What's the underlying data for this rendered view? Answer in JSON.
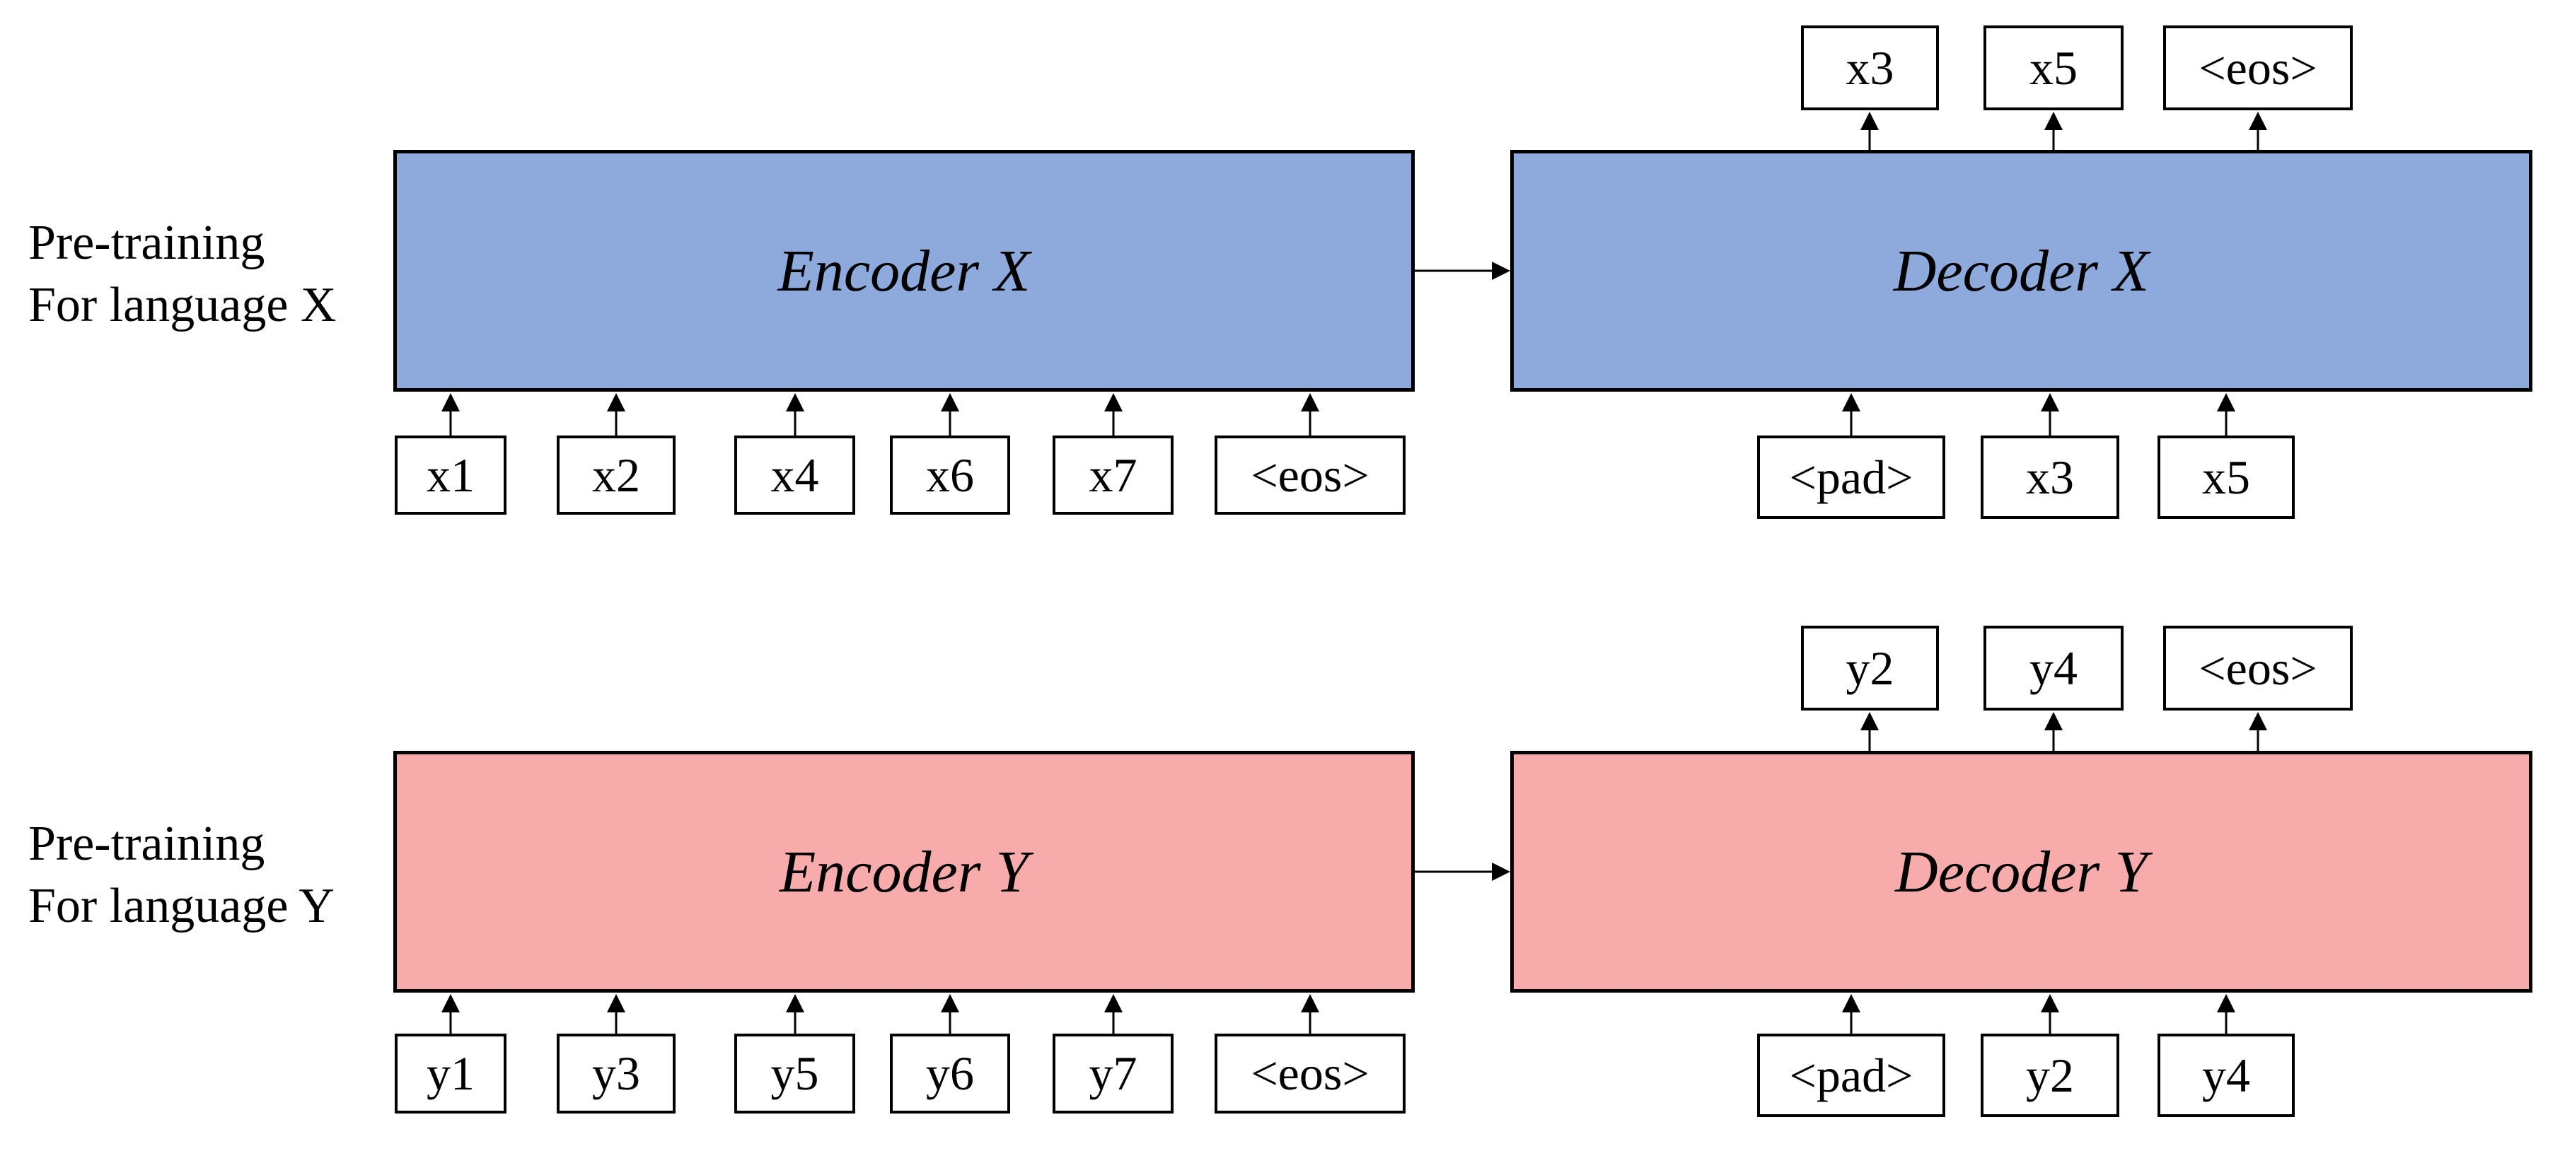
{
  "colors": {
    "language_x_fill": "#8EA9DB",
    "language_y_fill": "#F8ABAB",
    "box_border": "#000000",
    "token_fill": "#FFFFFF",
    "arrow": "#000000"
  },
  "diagram": {
    "rows": [
      {
        "label_line1": "Pre-training",
        "label_line2": "For language X",
        "encoder_title": "Encoder X",
        "decoder_title": "Decoder X",
        "encoder_inputs": [
          "x1",
          "x2",
          "x4",
          "x6",
          "x7",
          "<eos>"
        ],
        "decoder_inputs": [
          "<pad>",
          "x3",
          "x5"
        ],
        "decoder_outputs": [
          "x3",
          "x5",
          "<eos>"
        ]
      },
      {
        "label_line1": "Pre-training",
        "label_line2": "For language Y",
        "encoder_title": "Encoder Y",
        "decoder_title": "Decoder Y",
        "encoder_inputs": [
          "y1",
          "y3",
          "y5",
          "y6",
          "y7",
          "<eos>"
        ],
        "decoder_inputs": [
          "<pad>",
          "y2",
          "y4"
        ],
        "decoder_outputs": [
          "y2",
          "y4",
          "<eos>"
        ]
      }
    ]
  }
}
